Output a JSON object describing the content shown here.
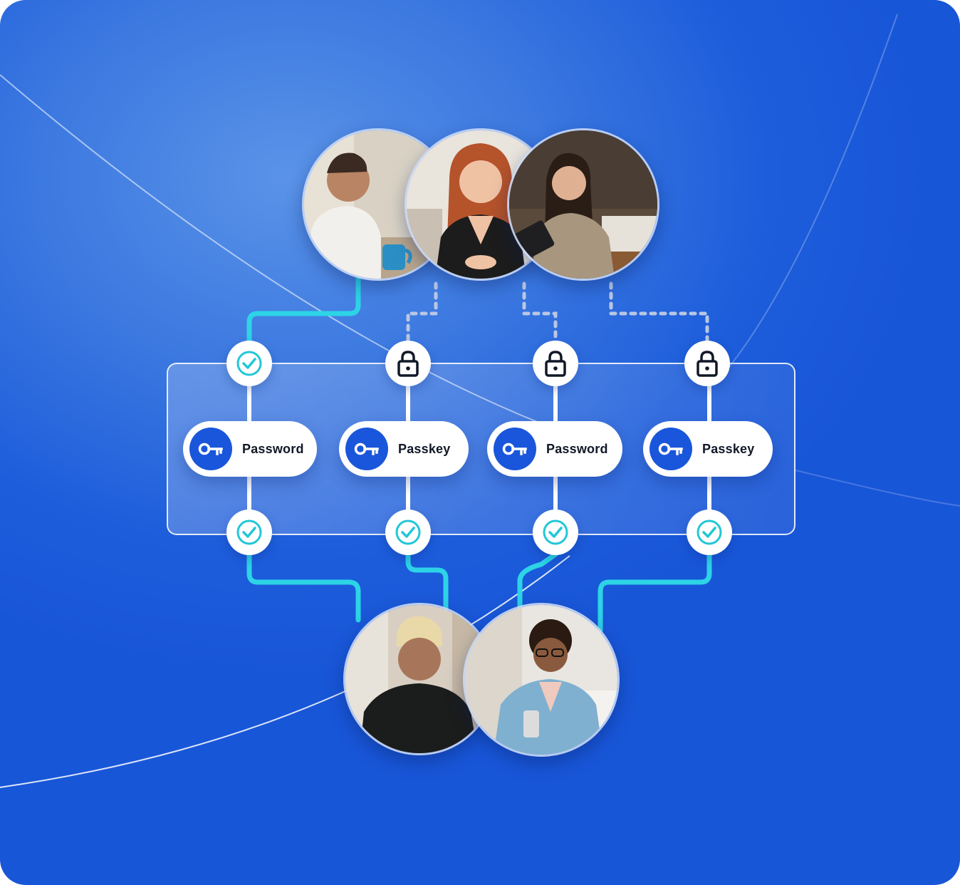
{
  "colors": {
    "background": "#1d5ddb",
    "accent_line": "#2dd4e6",
    "key_badge": "#1a56db",
    "dotted_line": "#b9c7e3",
    "check": "#22c7d6",
    "lock": "#111827"
  },
  "methods": [
    {
      "label": "Password",
      "top_icon": "check-icon",
      "bottom_icon": "check-icon"
    },
    {
      "label": "Passkey",
      "top_icon": "lock-icon",
      "bottom_icon": "check-icon"
    },
    {
      "label": "Password",
      "top_icon": "lock-icon",
      "bottom_icon": "check-icon"
    },
    {
      "label": "Passkey",
      "top_icon": "lock-icon",
      "bottom_icon": "check-icon"
    }
  ],
  "people_top": [
    "person-photo",
    "person-photo",
    "person-photo"
  ],
  "people_bottom": [
    "person-photo",
    "person-photo"
  ]
}
